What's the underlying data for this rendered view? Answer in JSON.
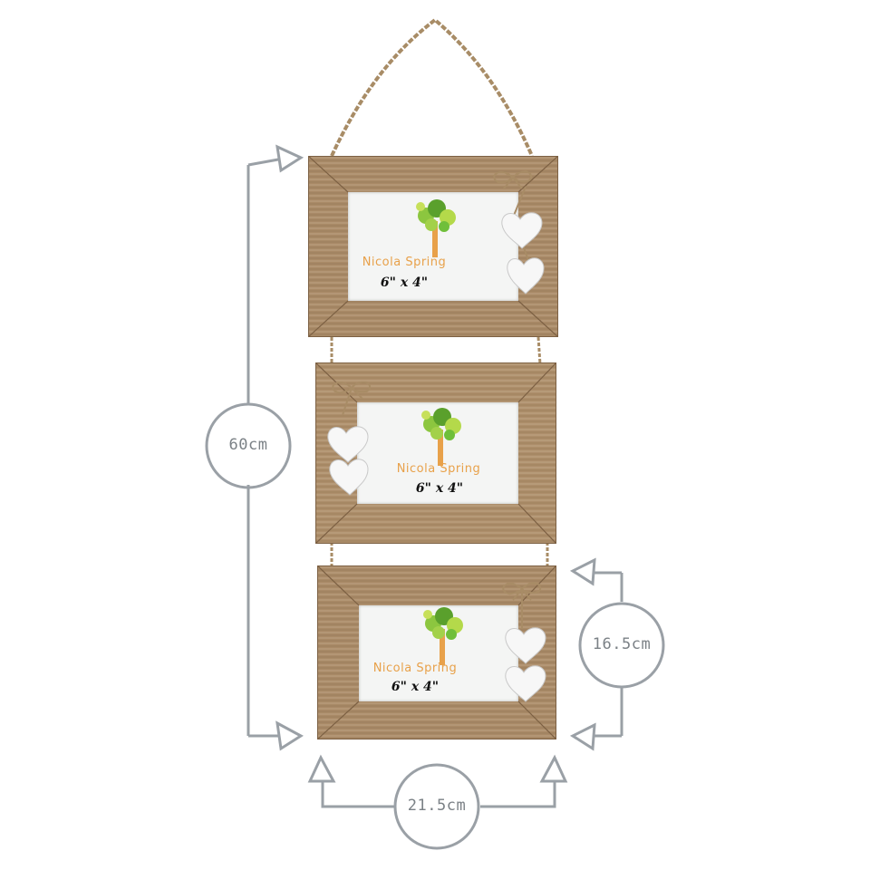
{
  "frames": [
    {
      "brand": "Nicola Spring",
      "size": "6\" x 4\"",
      "hearts_side": "right"
    },
    {
      "brand": "Nicola Spring",
      "size": "6\" x 4\"",
      "hearts_side": "left"
    },
    {
      "brand": "Nicola Spring",
      "size": "6\" x 4\"",
      "hearts_side": "right"
    }
  ],
  "dimensions": {
    "total_height": "60cm",
    "frame_height": "16.5cm",
    "frame_width": "21.5cm"
  },
  "colors": {
    "dimension_lines": "#9aa0a6",
    "wood": "#a98a67",
    "photo_bg": "#f4f5f4",
    "brand_text": "#e8a14a"
  }
}
